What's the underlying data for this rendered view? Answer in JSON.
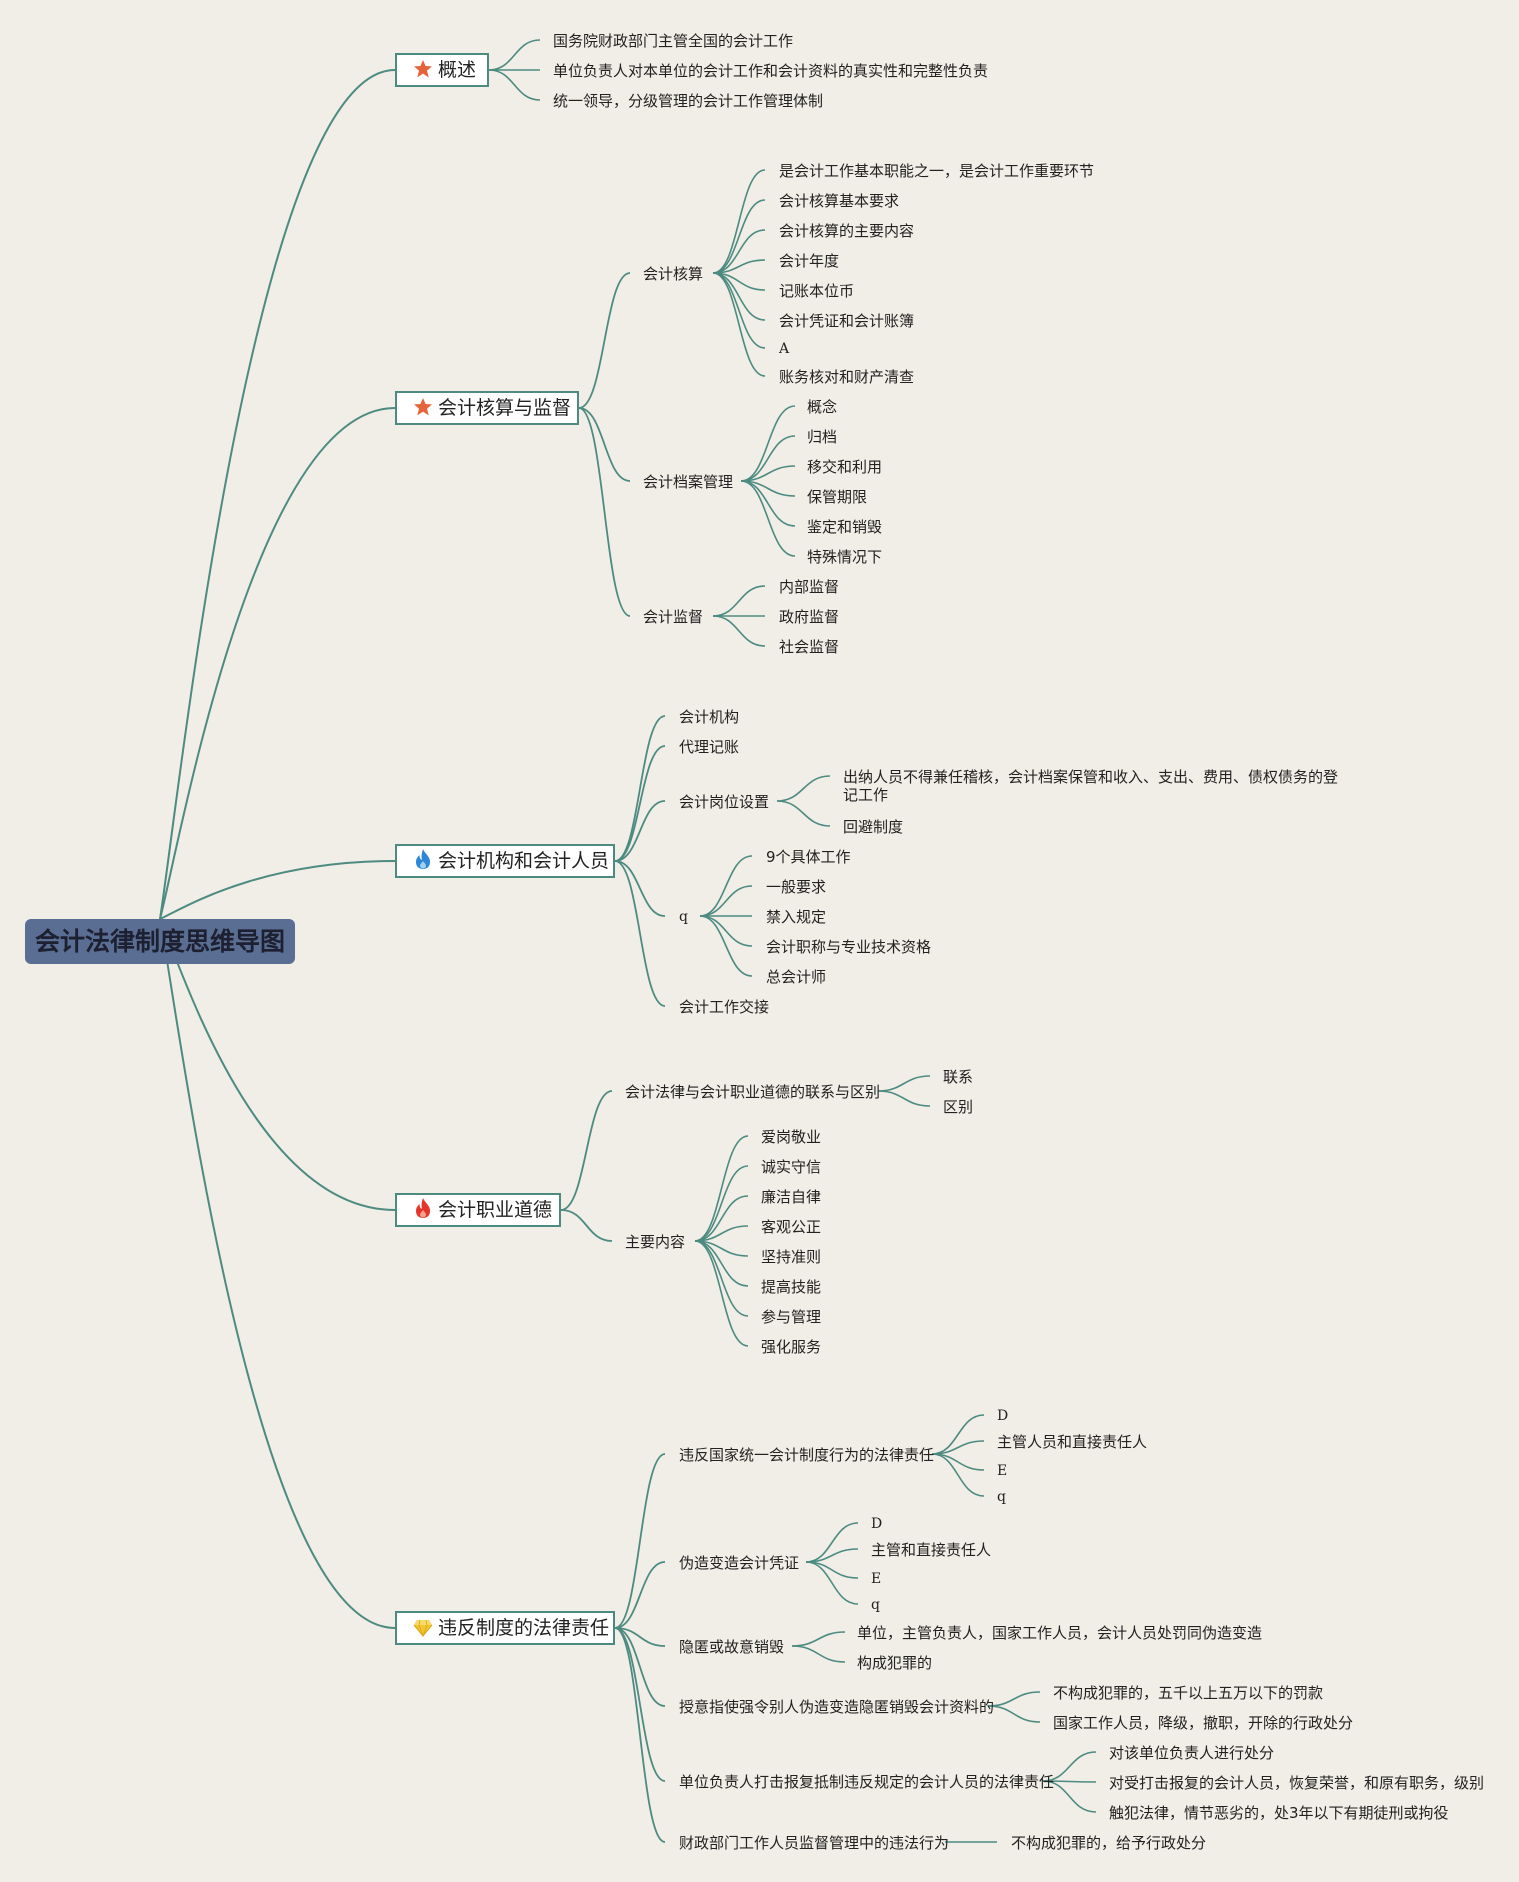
{
  "root": "会计法律制度思维导图",
  "branches": [
    {
      "label": "概述",
      "icon": "star-icon",
      "color": "#e5643c",
      "children": [
        {
          "label": "国务院财政部门主管全国的会计工作"
        },
        {
          "label": "单位负责人对本单位的会计工作和会计资料的真实性和完整性负责"
        },
        {
          "label": "统一领导，分级管理的会计工作管理体制"
        }
      ]
    },
    {
      "label": "会计核算与监督",
      "icon": "star-icon",
      "color": "#e5643c",
      "children": [
        {
          "label": "会计核算",
          "children": [
            {
              "label": "是会计工作基本职能之一，是会计工作重要环节"
            },
            {
              "label": "会计核算基本要求"
            },
            {
              "label": "会计核算的主要内容"
            },
            {
              "label": "会计年度"
            },
            {
              "label": "记账本位币"
            },
            {
              "label": "会计凭证和会计账簿"
            },
            {
              "label": "A"
            },
            {
              "label": "账务核对和财产清查"
            }
          ]
        },
        {
          "label": "会计档案管理",
          "children": [
            {
              "label": "概念"
            },
            {
              "label": "归档"
            },
            {
              "label": "移交和利用"
            },
            {
              "label": "保管期限"
            },
            {
              "label": "鉴定和销毁"
            },
            {
              "label": "特殊情况下"
            }
          ]
        },
        {
          "label": "会计监督",
          "children": [
            {
              "label": "内部监督"
            },
            {
              "label": "政府监督"
            },
            {
              "label": "社会监督"
            }
          ]
        }
      ]
    },
    {
      "label": "会计机构和会计人员",
      "icon": "flame-icon",
      "color": "#2f86d6",
      "children": [
        {
          "label": "会计机构"
        },
        {
          "label": "代理记账"
        },
        {
          "label": "会计岗位设置",
          "children": [
            {
              "label": "出纳人员不得兼任稽核，会计档案保管和收入、支出、费用、债权债务的登记工作"
            },
            {
              "label": "回避制度"
            }
          ]
        },
        {
          "label": "q",
          "children": [
            {
              "label": "9个具体工作"
            },
            {
              "label": "一般要求"
            },
            {
              "label": "禁入规定"
            },
            {
              "label": "会计职称与专业技术资格"
            },
            {
              "label": "总会计师"
            }
          ]
        },
        {
          "label": "会计工作交接"
        }
      ]
    },
    {
      "label": "会计职业道德",
      "icon": "flame-icon",
      "color": "#e5352b",
      "children": [
        {
          "label": "会计法律与会计职业道德的联系与区别",
          "children": [
            {
              "label": "联系"
            },
            {
              "label": "区别"
            }
          ]
        },
        {
          "label": "主要内容",
          "children": [
            {
              "label": "爱岗敬业"
            },
            {
              "label": "诚实守信"
            },
            {
              "label": "廉洁自律"
            },
            {
              "label": "客观公正"
            },
            {
              "label": "坚持准则"
            },
            {
              "label": "提高技能"
            },
            {
              "label": "参与管理"
            },
            {
              "label": "强化服务"
            }
          ]
        }
      ]
    },
    {
      "label": "违反制度的法律责任",
      "icon": "diamond-icon",
      "color": "#f2c531",
      "children": [
        {
          "label": "违反国家统一会计制度行为的法律责任",
          "children": [
            {
              "label": "D"
            },
            {
              "label": "主管人员和直接责任人"
            },
            {
              "label": "E"
            },
            {
              "label": "q"
            }
          ]
        },
        {
          "label": "伪造变造会计凭证",
          "children": [
            {
              "label": "D"
            },
            {
              "label": "主管和直接责任人"
            },
            {
              "label": "E"
            },
            {
              "label": "q"
            }
          ]
        },
        {
          "label": "隐匿或故意销毁",
          "children": [
            {
              "label": "单位，主管负责人，国家工作人员，会计人员处罚同伪造变造"
            },
            {
              "label": "构成犯罪的"
            }
          ]
        },
        {
          "label": "授意指使强令别人伪造变造隐匿销毁会计资料的",
          "children": [
            {
              "label": "不构成犯罪的，五千以上五万以下的罚款"
            },
            {
              "label": "国家工作人员，降级，撤职，开除的行政处分"
            }
          ]
        },
        {
          "label": "单位负责人打击报复抵制违反规定的会计人员的法律责任",
          "children": [
            {
              "label": "对该单位负责人进行处分"
            },
            {
              "label": "对受打击报复的会计人员，恢复荣誉，和原有职务，级别"
            },
            {
              "label": "触犯法律，情节恶劣的，处3年以下有期徒刑或拘役"
            }
          ]
        },
        {
          "label": "财政部门工作人员监督管理中的违法行为",
          "children": [
            {
              "label": "不构成犯罪的，给予行政处分"
            }
          ]
        }
      ]
    }
  ]
}
